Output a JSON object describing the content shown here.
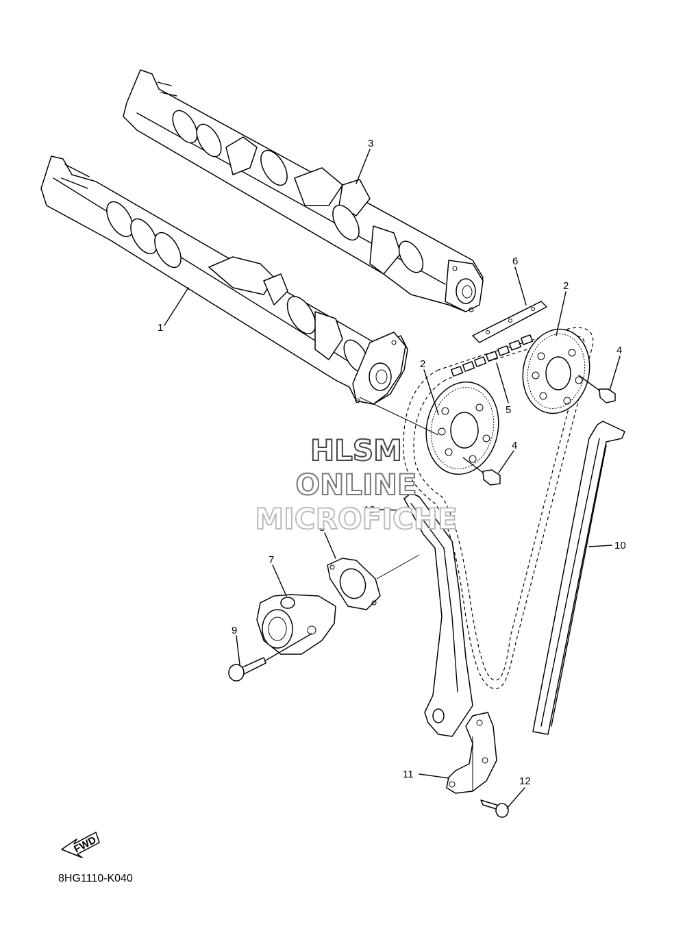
{
  "diagram_code": "8HG1110-K040",
  "fwd_label": "FWD",
  "watermark": {
    "line1": "HLSM",
    "line2": "ONLINE",
    "line3": "MICROFICHE"
  },
  "callouts": [
    {
      "id": "c1",
      "label": "1"
    },
    {
      "id": "c2a",
      "label": "2"
    },
    {
      "id": "c2b",
      "label": "2"
    },
    {
      "id": "c3",
      "label": "3"
    },
    {
      "id": "c4a",
      "label": "4"
    },
    {
      "id": "c4b",
      "label": "4"
    },
    {
      "id": "c5",
      "label": "5"
    },
    {
      "id": "c6",
      "label": "6"
    },
    {
      "id": "c7",
      "label": "7"
    },
    {
      "id": "c8",
      "label": "8"
    },
    {
      "id": "c9",
      "label": "9"
    },
    {
      "id": "c10",
      "label": "10"
    },
    {
      "id": "c11",
      "label": "11"
    },
    {
      "id": "c12",
      "label": "12"
    },
    {
      "id": "c13",
      "label": "13"
    }
  ]
}
